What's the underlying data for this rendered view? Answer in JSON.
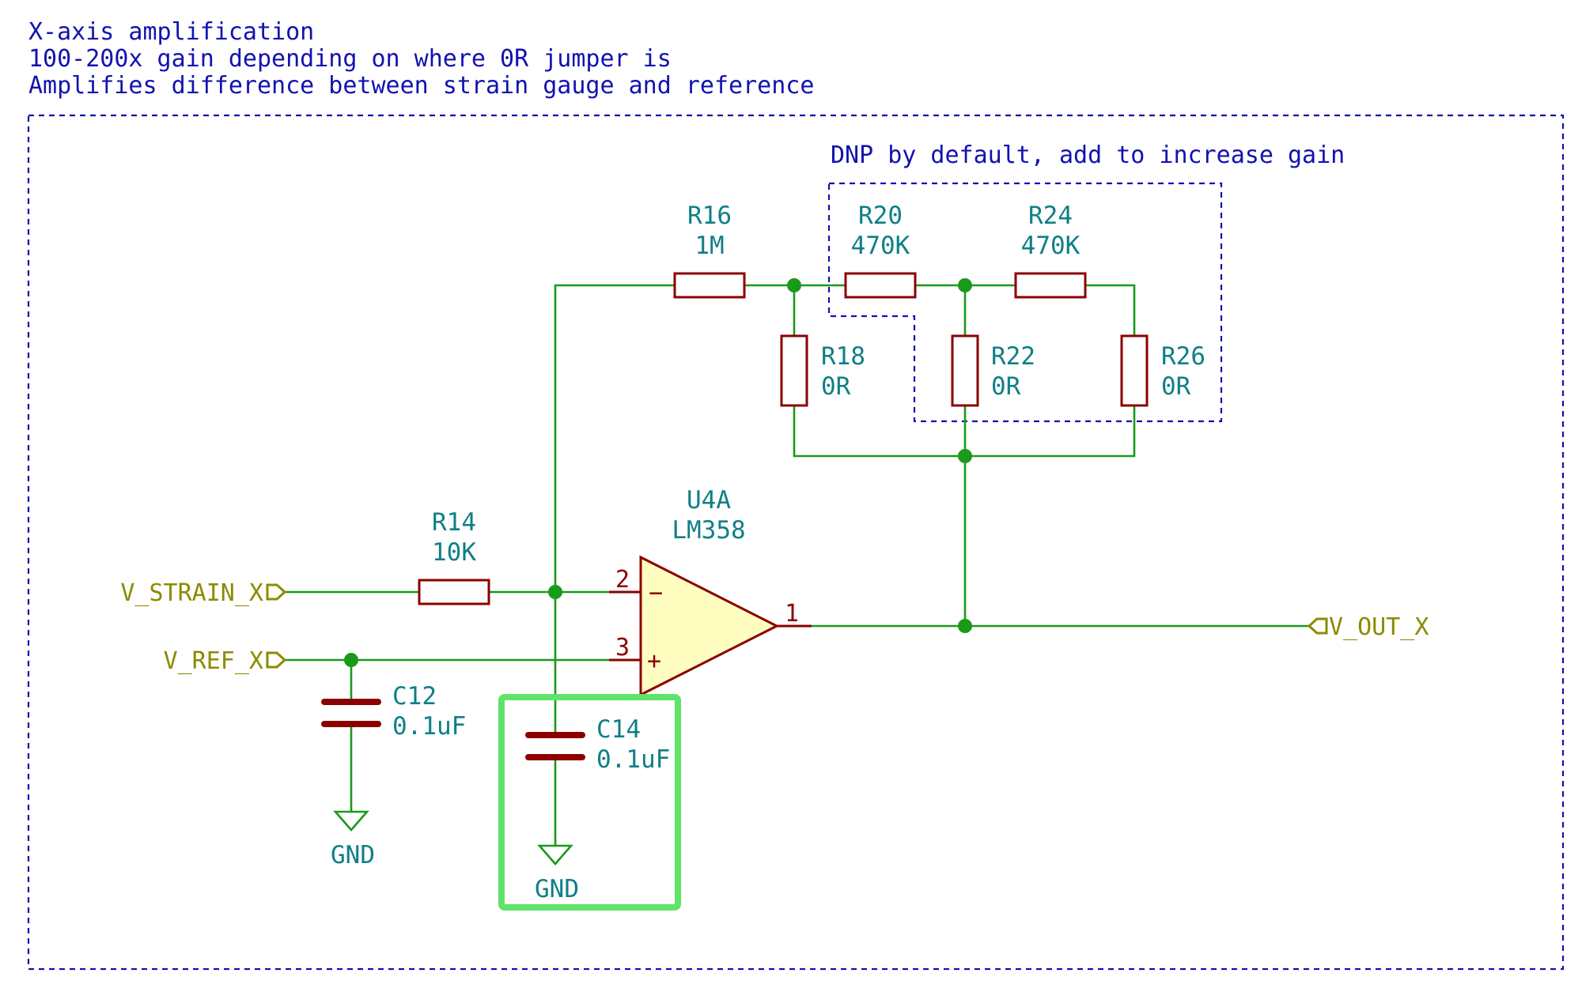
{
  "header": {
    "line1": "X-axis amplification",
    "line2": "100-200x gain depending on where 0R jumper is",
    "line3": "Amplifies difference between strain gauge and reference"
  },
  "dnp_note": "DNP by default, add to increase gain",
  "colors": {
    "wire": "#1a9a1a",
    "component": "#8b0000",
    "opamp_fill": "#fffdc0",
    "annotation": "#1212b0",
    "reference": "#0f7f86",
    "net_label": "#8b8b00",
    "highlight": "#5fe36a"
  },
  "components": {
    "R16": {
      "ref": "R16",
      "value": "1M"
    },
    "R20": {
      "ref": "R20",
      "value": "470K"
    },
    "R24": {
      "ref": "R24",
      "value": "470K"
    },
    "R18": {
      "ref": "R18",
      "value": "0R"
    },
    "R22": {
      "ref": "R22",
      "value": "0R"
    },
    "R26": {
      "ref": "R26",
      "value": "0R"
    },
    "R14": {
      "ref": "R14",
      "value": "10K"
    },
    "U4A": {
      "ref": "U4A",
      "value": "LM358",
      "pin_inv": "2",
      "pin_noninv": "3",
      "pin_out": "1",
      "sign_inv": "−",
      "sign_noninv": "+"
    },
    "C12": {
      "ref": "C12",
      "value": "0.1uF"
    },
    "C14": {
      "ref": "C14",
      "value": "0.1uF"
    }
  },
  "nets": {
    "v_strain": "V_STRAIN_X",
    "v_ref": "V_REF_X",
    "v_out": "V_OUT_X",
    "gnd_c12": "GND",
    "gnd_c14": "GND"
  }
}
